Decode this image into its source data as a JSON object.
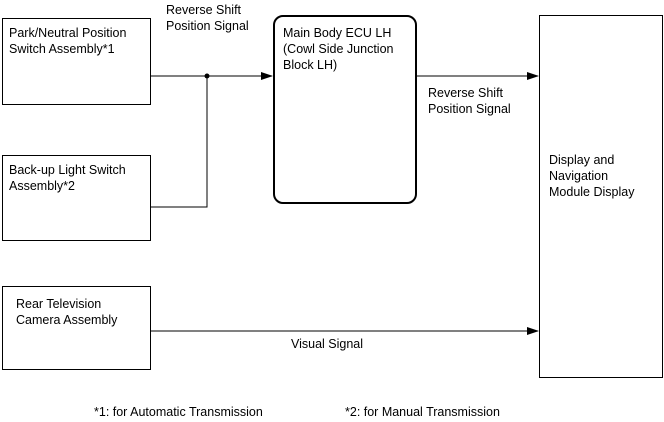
{
  "diagram": {
    "boxes": {
      "park_neutral": "Park/Neutral Position\nSwitch Assembly*1",
      "backup_light": "Back-up Light Switch\nAssembly*2",
      "rear_camera": "Rear Television\nCamera Assembly",
      "main_body_ecu": "Main Body ECU LH\n(Cowl Side Junction\nBlock LH)",
      "display_module": "Display and\nNavigation\nModule Display"
    },
    "signals": {
      "reverse_shift_in": "Reverse Shift\nPosition Signal",
      "reverse_shift_out": "Reverse Shift\nPosition Signal",
      "visual": "Visual Signal"
    },
    "footnotes": {
      "note1": "*1: for Automatic Transmission",
      "note2": "*2: for Manual Transmission"
    }
  }
}
